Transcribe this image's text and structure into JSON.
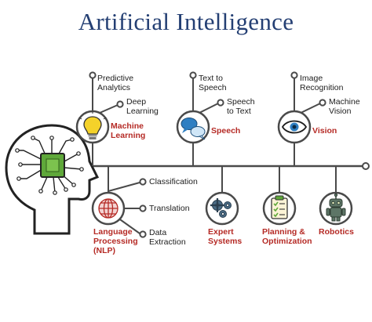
{
  "title": "Artificial Intelligence",
  "categories": {
    "machine_learning": {
      "label": "Machine\nLearning",
      "subs": [
        "Predictive\nAnalytics",
        "Deep\nLearning"
      ],
      "icon": "lightbulb-icon"
    },
    "speech": {
      "label": "Speech",
      "subs": [
        "Text to\nSpeech",
        "Speech\nto Text"
      ],
      "icon": "speech-bubbles-icon"
    },
    "vision": {
      "label": "Vision",
      "subs": [
        "Image\nRecognition",
        "Machine\nVision"
      ],
      "icon": "eye-icon"
    },
    "nlp": {
      "label": "Language\nProcessing\n(NLP)",
      "subs": [
        "Classification",
        "Translation",
        "Data\nExtraction"
      ],
      "icon": "globe-icon"
    },
    "expert_systems": {
      "label": "Expert\nSystems",
      "icon": "gears-icon"
    },
    "planning": {
      "label": "Planning &\nOptimization",
      "icon": "checklist-icon"
    },
    "robotics": {
      "label": "Robotics",
      "icon": "robot-icon"
    }
  },
  "colors": {
    "title": "#243f73",
    "category_text": "#b52a25",
    "line": "#4a4a4a",
    "chip": "#5fa83a",
    "icon_blue": "#2f7fc2",
    "bulb": "#f4d22a"
  }
}
